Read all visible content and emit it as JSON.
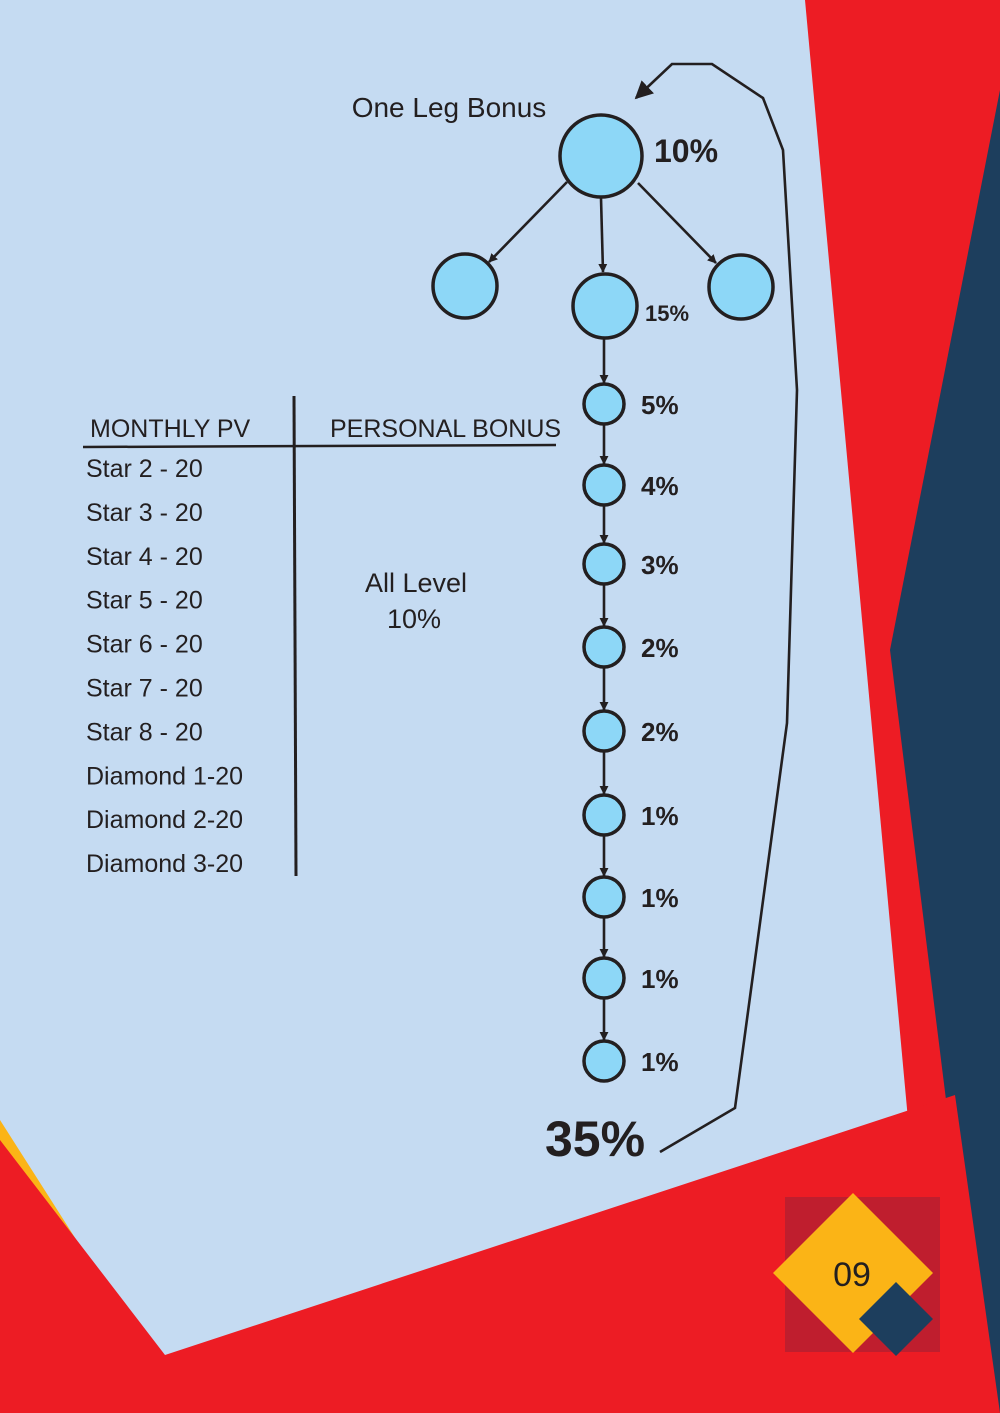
{
  "colors": {
    "page_background": "#c5dbf2",
    "accent_red": "#ed1c24",
    "accent_dark_red": "#bf1e2e",
    "accent_navy": "#1d3e5d",
    "accent_yellow": "#fbb416",
    "node_fill": "#8dd7f7",
    "ink": "#231f20"
  },
  "diagram": {
    "title": "One Leg Bonus",
    "top_node_percent": "10%",
    "second_level": {
      "center_percent": "15%",
      "side_nodes": 2
    },
    "chain_levels": [
      "5%",
      "4%",
      "3%",
      "2%",
      "2%",
      "1%",
      "1%",
      "1%",
      "1%"
    ],
    "total": "35%"
  },
  "table": {
    "headers": [
      "MONTHLY PV",
      "PERSONAL BONUS"
    ],
    "rows": [
      "Star 2 - 20",
      "Star 3 - 20",
      "Star 4 - 20",
      "Star 5 - 20",
      "Star 6 - 20",
      "Star 7 - 20",
      "Star 8 - 20",
      "Diamond 1-20",
      "Diamond 2-20",
      "Diamond 3-20"
    ],
    "bonus_line1": "All Level",
    "bonus_line2": "10%"
  },
  "page_number": "09"
}
